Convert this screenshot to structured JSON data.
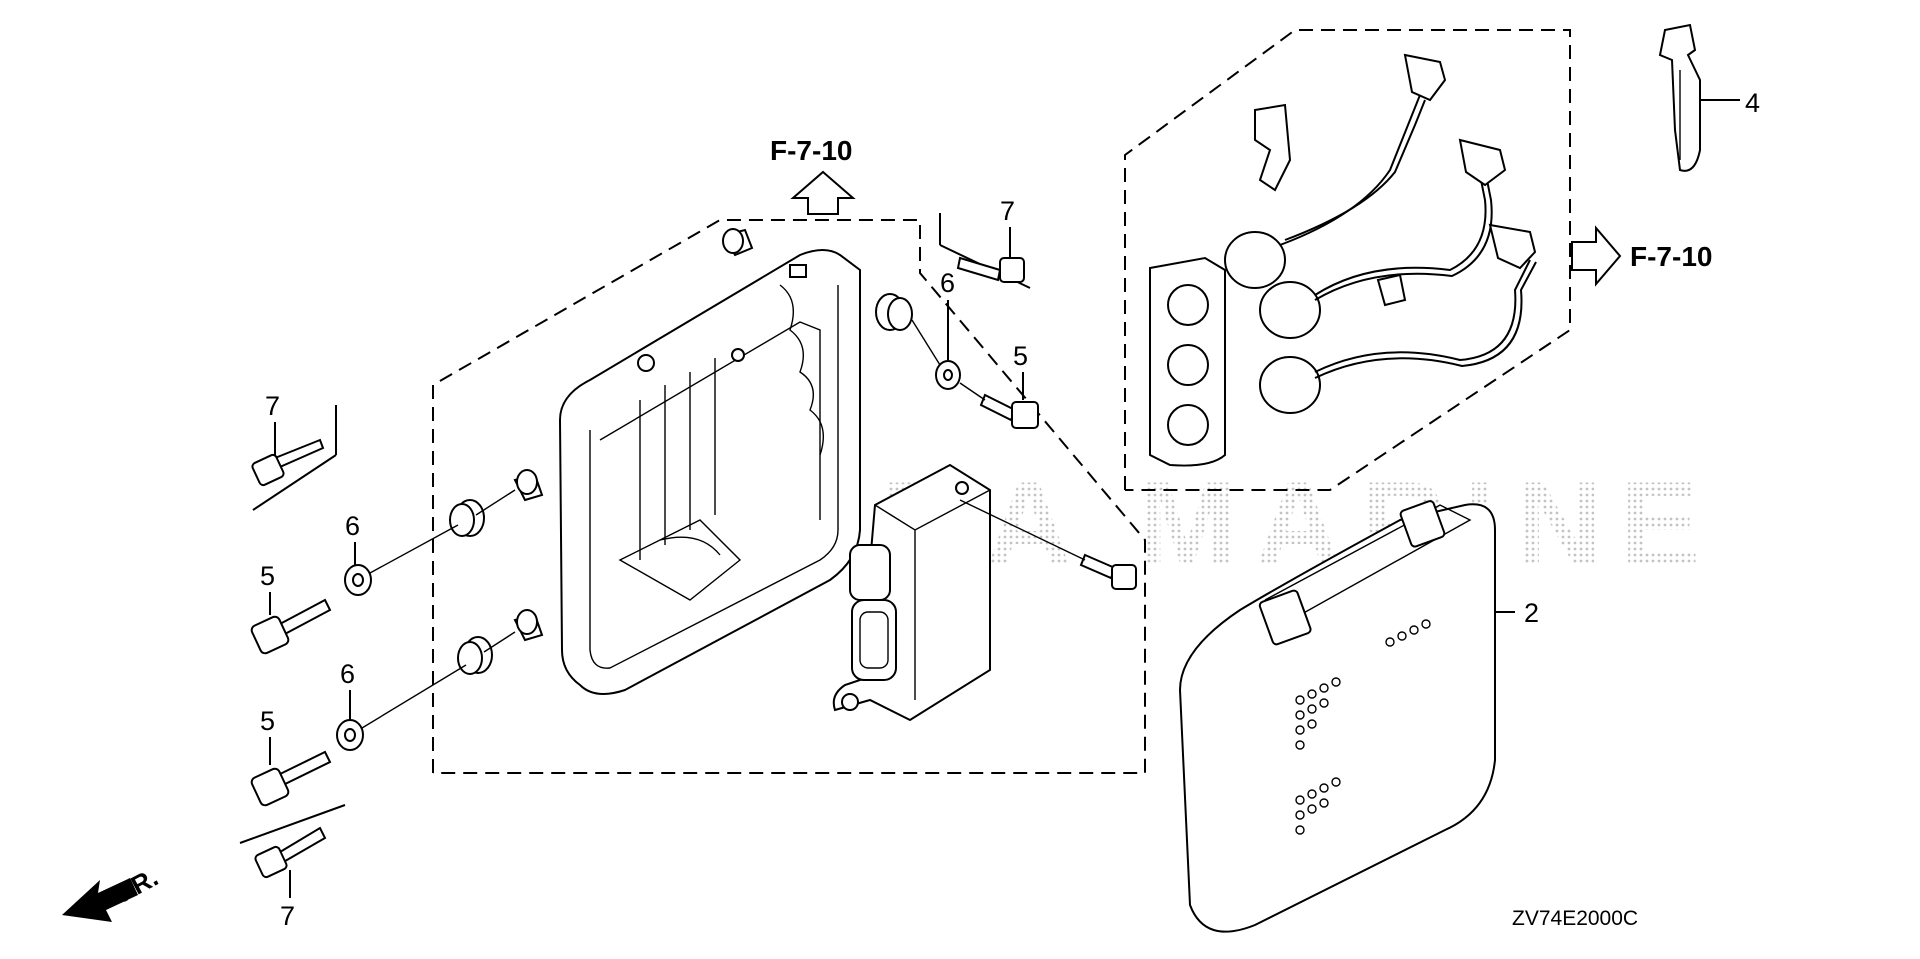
{
  "diagram": {
    "ref_top": "F-7-10",
    "ref_right": "F-7-10",
    "front_label": "FR.",
    "drawing_code": "ZV74E2000C",
    "callouts": {
      "part_2": "2",
      "part_4": "4",
      "part_5_a": "5",
      "part_5_b": "5",
      "part_5_c": "5",
      "part_6_a": "6",
      "part_6_b": "6",
      "part_6_c": "6",
      "part_7_a": "7",
      "part_7_b": "7",
      "part_7_c": "7"
    },
    "watermark": "HONDA MARINE"
  }
}
